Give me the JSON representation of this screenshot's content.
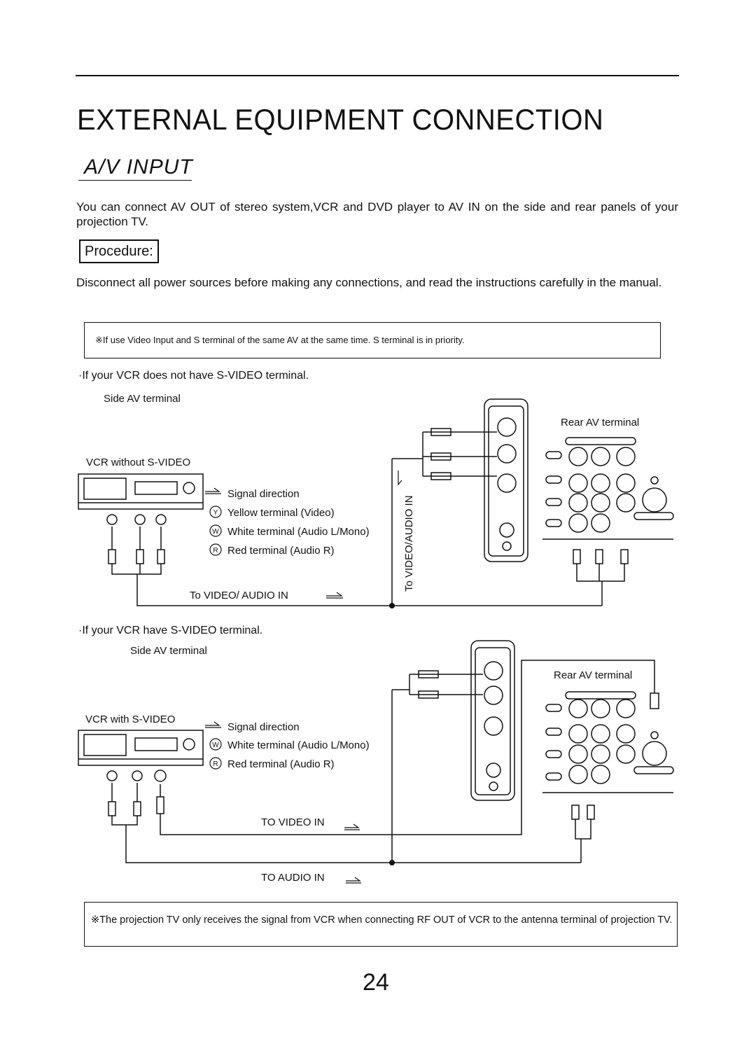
{
  "header": {
    "title": "EXTERNAL EQUIPMENT CONNECTION",
    "subtitle": "A/V  INPUT"
  },
  "intro": "You can connect AV OUT of stereo system,VCR and DVD player to AV IN  on the side and rear panels of your projection TV.",
  "procedure_label": "Procedure:",
  "procedure_text": "Disconnect all power sources before making any connections,  and read the instructions carefully in the manual.",
  "note_top": "※If use Video Input and S terminal of the same AV at the same time. S terminal is in priority.",
  "diagram1": {
    "bullet": "·If your VCR does not have S-VIDEO terminal.",
    "side_label": "Side AV terminal",
    "rear_label": "Rear AV terminal",
    "vcr_label": "VCR without S-VIDEO",
    "signal_direction": "Signal direction",
    "yellow": "Yellow terminal   (Video)",
    "white": "White terminal   (Audio L/Mono)",
    "red": "Red terminal    (Audio R)",
    "to_label": "To VIDEO/ AUDIO IN",
    "vertical_label": "To VIDEO/AUDIO IN"
  },
  "diagram2": {
    "bullet": "·If your VCR have S-VIDEO terminal.",
    "side_label": "Side AV terminal",
    "rear_label": "Rear AV terminal",
    "vcr_label": "VCR with S-VIDEO",
    "signal_direction": "Signal direction",
    "white": "White terminal   (Audio L/Mono)",
    "red": "Red terminal    (Audio R)",
    "to_video": "TO VIDEO IN",
    "to_audio": "TO AUDIO IN"
  },
  "note_bottom": "※The projection TV only receives the signal from VCR when connecting RF OUT of VCR to the antenna terminal of projection TV.",
  "page_number": "24"
}
